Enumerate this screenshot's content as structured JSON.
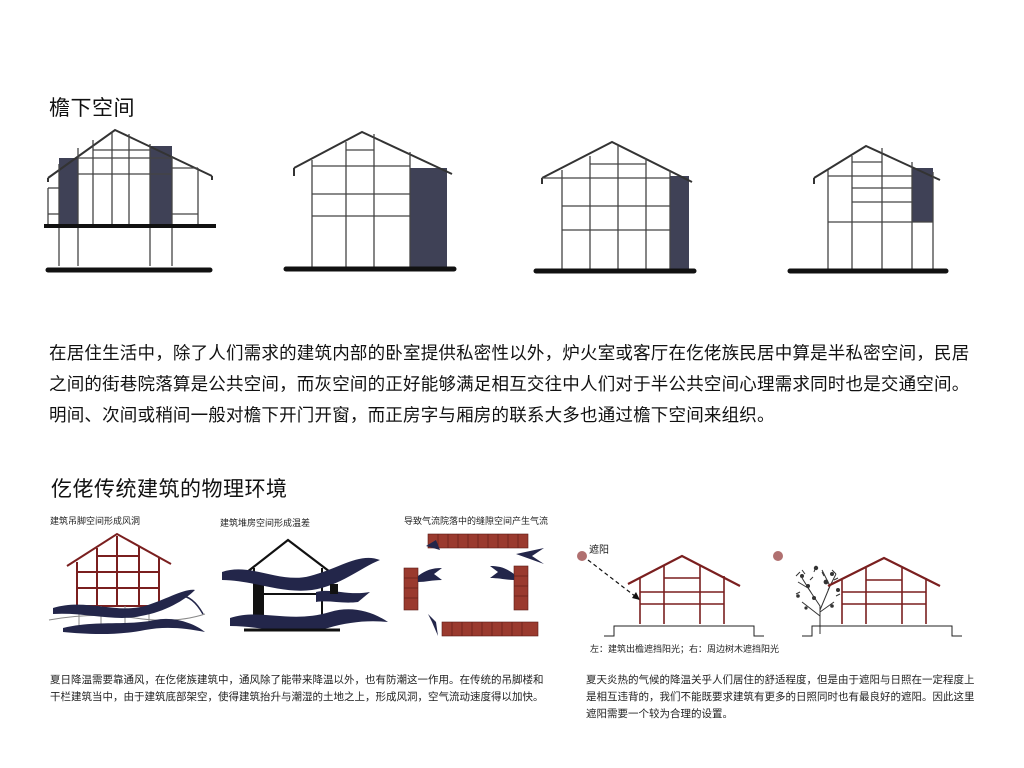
{
  "section1": {
    "title": "檐下空间",
    "paragraph": "在居住生活中，除了人们需求的建筑内部的卧室提供私密性以外，炉火室或客厅在仡佬族民居中算是半私密空间，民居之间的街巷院落算是公共空间，而灰空间的正好能够满足相互交往中人们对于半公共空间心理需求同时也是交通空间。明间、次间或稍间一般对檐下开门开窗，而正房字与厢房的联系大多也通过檐下空间来组织。"
  },
  "section2": {
    "title": "仡佬传统建筑的物理环境",
    "fig1_label": "建筑吊脚空间形成风洞",
    "fig2_label": "建筑堆房空间形成温差",
    "fig3_label": "导致气流院落中的缝隙空间产生气流",
    "sun_label": "遮阳",
    "shade_caption": "左：建筑出檐遮挡阳光；右：周边树木遮挡阳光",
    "caption_left": "夏日降温需要靠通风，在仡佬族建筑中，通风除了能带来降温以外，也有防潮这一作用。在传统的吊脚楼和干栏建筑当中，由于建筑底部架空，使得建筑抬升与潮湿的土地之上，形成风洞，空气流动速度得以加快。",
    "caption_right": "夏天炎热的气候的降温关乎人们居住的舒适程度，但是由于遮阳与日照在一定程度上是相互违背的，我们不能既要求建筑有更多的日照同时也有最良好的遮阳。因此这里遮阳需要一个较为合理的设置。"
  },
  "colors": {
    "shade": "#3f4156",
    "timber": "#7a1f1f",
    "sun": "#b07070",
    "wind": "#23264a",
    "brick": "#9a3a2e"
  }
}
